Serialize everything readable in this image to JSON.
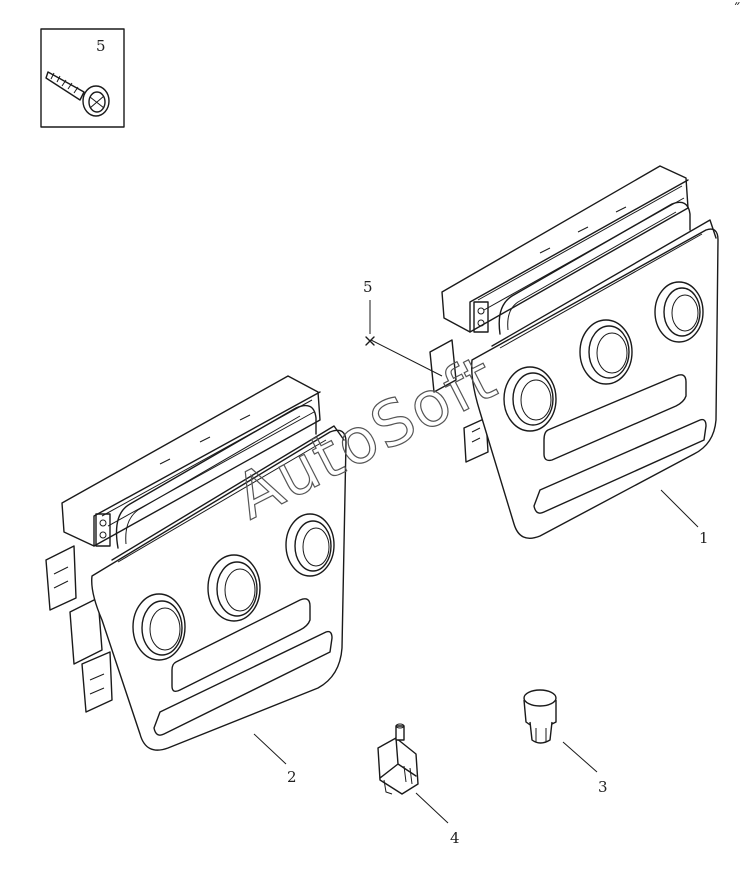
{
  "legend_box": {
    "label": "5"
  },
  "callouts": [
    {
      "id": "1",
      "label": "1"
    },
    {
      "id": "2",
      "label": "2"
    },
    {
      "id": "3",
      "label": "3"
    },
    {
      "id": "4",
      "label": "4"
    },
    {
      "id": "5",
      "label": "5"
    }
  ],
  "watermark": {
    "text": "AutoSoft"
  },
  "corner_mark": {
    "text": "˝"
  },
  "colors": {
    "ink": "#1a1a1a",
    "background": "#ffffff"
  }
}
